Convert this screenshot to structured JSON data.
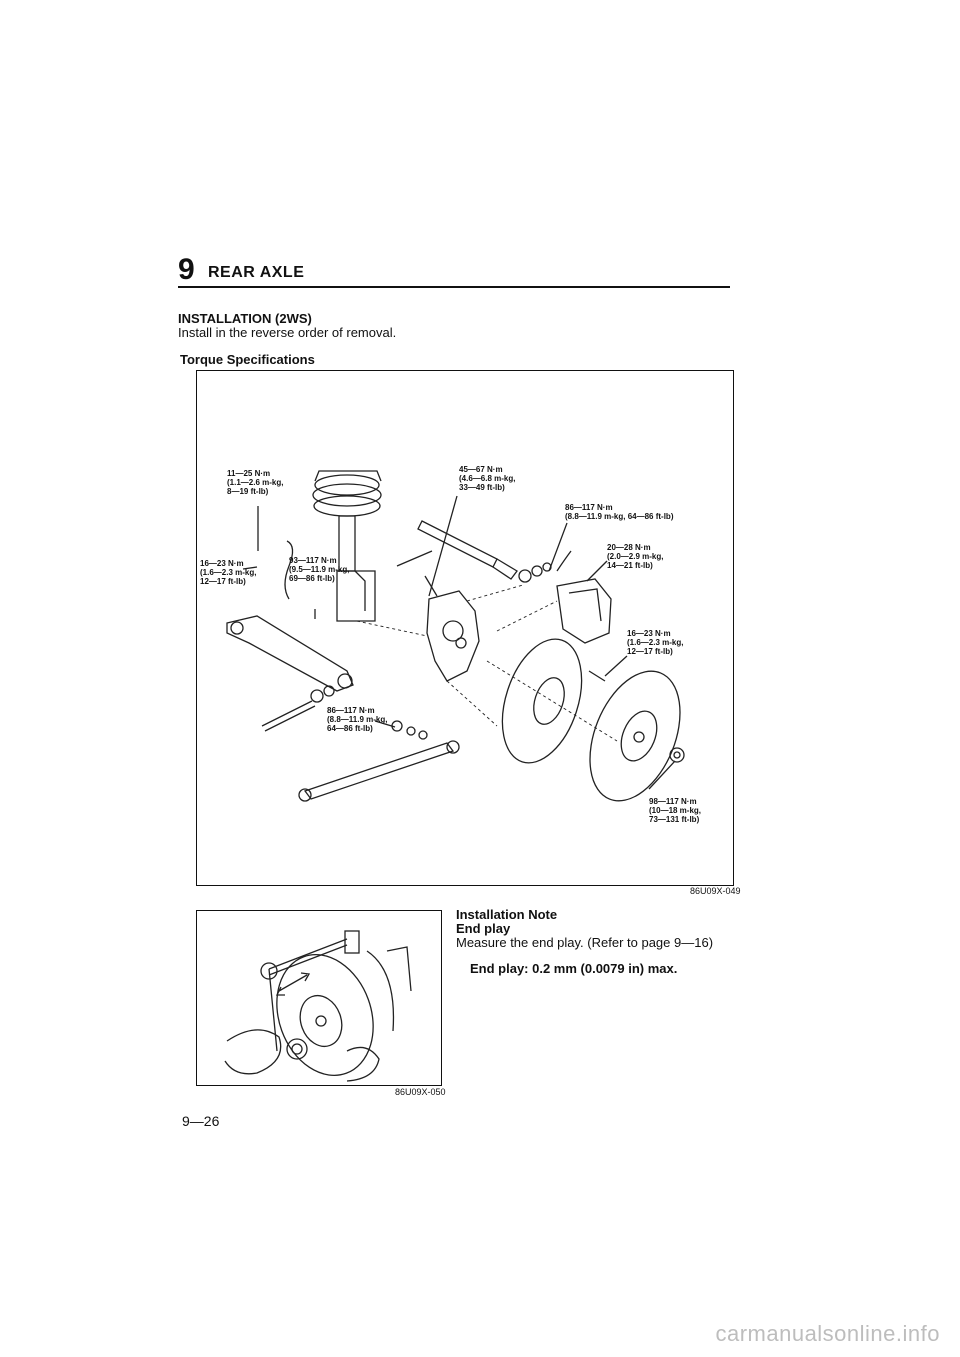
{
  "header": {
    "chapter_number": "9",
    "chapter_title": "REAR AXLE"
  },
  "section": {
    "heading": "INSTALLATION (2WS)",
    "body": "Install in the reverse order of removal.",
    "subheading": "Torque Specifications"
  },
  "figure1": {
    "code": "86U09X-049",
    "labels": {
      "a": "11—25 N·m\n(1.1—2.6 m-kg,\n8—19 ft-lb)",
      "b": "16—23 N·m\n(1.6—2.3 m-kg,\n12—17 ft-lb)",
      "c": "93—117 N·m\n(9.5—11.9 m-kg,\n69—86 ft-lb)",
      "d": "45—67 N·m\n(4.6—6.8 m-kg,\n33—49 ft-lb)",
      "e": "86—117 N·m\n(8.8—11.9 m-kg, 64—86 ft-lb)",
      "f": "20—28 N·m\n(2.0—2.9 m-kg,\n14—21 ft-lb)",
      "g": "16—23 N·m\n(1.6—2.3 m-kg,\n12—17 ft-lb)",
      "h": "86—117 N·m\n(8.8—11.9 m-kg,\n64—86 ft-lb)",
      "i": "98—117 N·m\n(10—18 m-kg,\n73—131 ft-lb)"
    }
  },
  "figure2": {
    "code": "86U09X-050"
  },
  "note": {
    "heading": "Installation Note",
    "subheading": "End play",
    "body": "Measure the end play. (Refer to page 9—16)",
    "spec": "End play: 0.2 mm (0.0079 in) max."
  },
  "footer": {
    "page_number": "9—26",
    "watermark": "carmanualsonline.info"
  }
}
